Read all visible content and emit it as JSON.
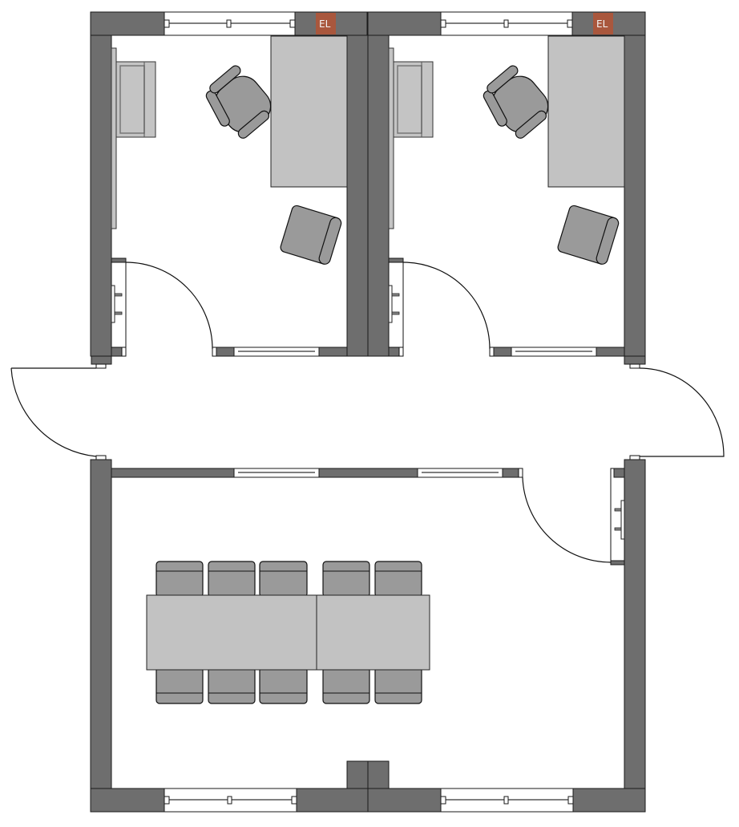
{
  "plan": {
    "type": "floor-plan",
    "rooms": [
      {
        "id": "office-left",
        "label": "",
        "furniture": [
          "cabinet",
          "office-chair",
          "desk",
          "armchair"
        ],
        "electrical_label": "EL"
      },
      {
        "id": "office-right",
        "label": "",
        "furniture": [
          "cabinet",
          "office-chair",
          "desk",
          "armchair"
        ],
        "electrical_label": "EL"
      },
      {
        "id": "corridor",
        "label": ""
      },
      {
        "id": "meeting-room",
        "label": "",
        "furniture": [
          "conference-table",
          "chairs-x10"
        ]
      }
    ],
    "labels": {
      "el_left": "EL",
      "el_right": "EL"
    },
    "colors": {
      "wall": "#6e6e6e",
      "furniture_light": "#c2c2c2",
      "furniture_dark": "#9a9a9a",
      "electrical_panel": "#a9573d",
      "background": "#ffffff"
    },
    "counts": {
      "doors": 5,
      "meeting_chairs": 10,
      "offices": 2
    }
  }
}
